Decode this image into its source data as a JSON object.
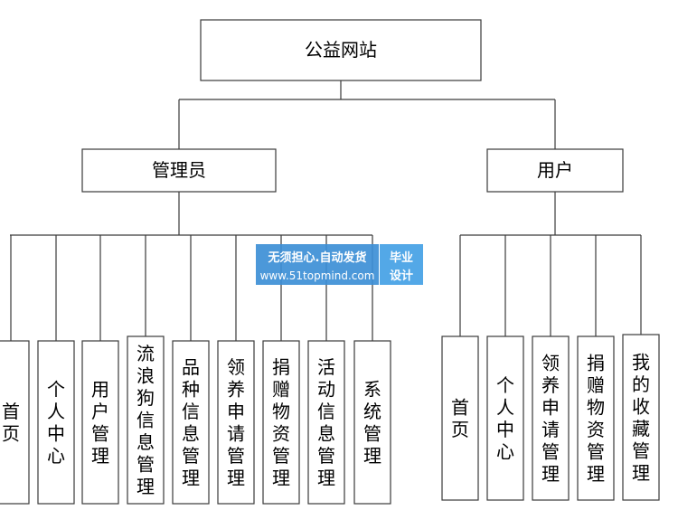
{
  "root": {
    "label": "公益网站"
  },
  "branches": [
    {
      "label": "管理员",
      "children": [
        "首页",
        "个人中心",
        "用户管理",
        "流浪狗信息管理",
        "品种信息管理",
        "领养申请管理",
        "捐赠物资管理",
        "活动信息管理",
        "系统管理"
      ]
    },
    {
      "label": "用户",
      "children": [
        "首页",
        "个人中心",
        "领养申请管理",
        "捐赠物资管理",
        "我的收藏管理"
      ]
    }
  ],
  "watermark": {
    "line1": "无须担心.自动发货",
    "line2": "www.51topmind.com",
    "badge_line1": "毕业",
    "badge_line2": "设计"
  },
  "colors": {
    "stroke": "#3a3a3a",
    "watermark": "#3d8fd6"
  }
}
